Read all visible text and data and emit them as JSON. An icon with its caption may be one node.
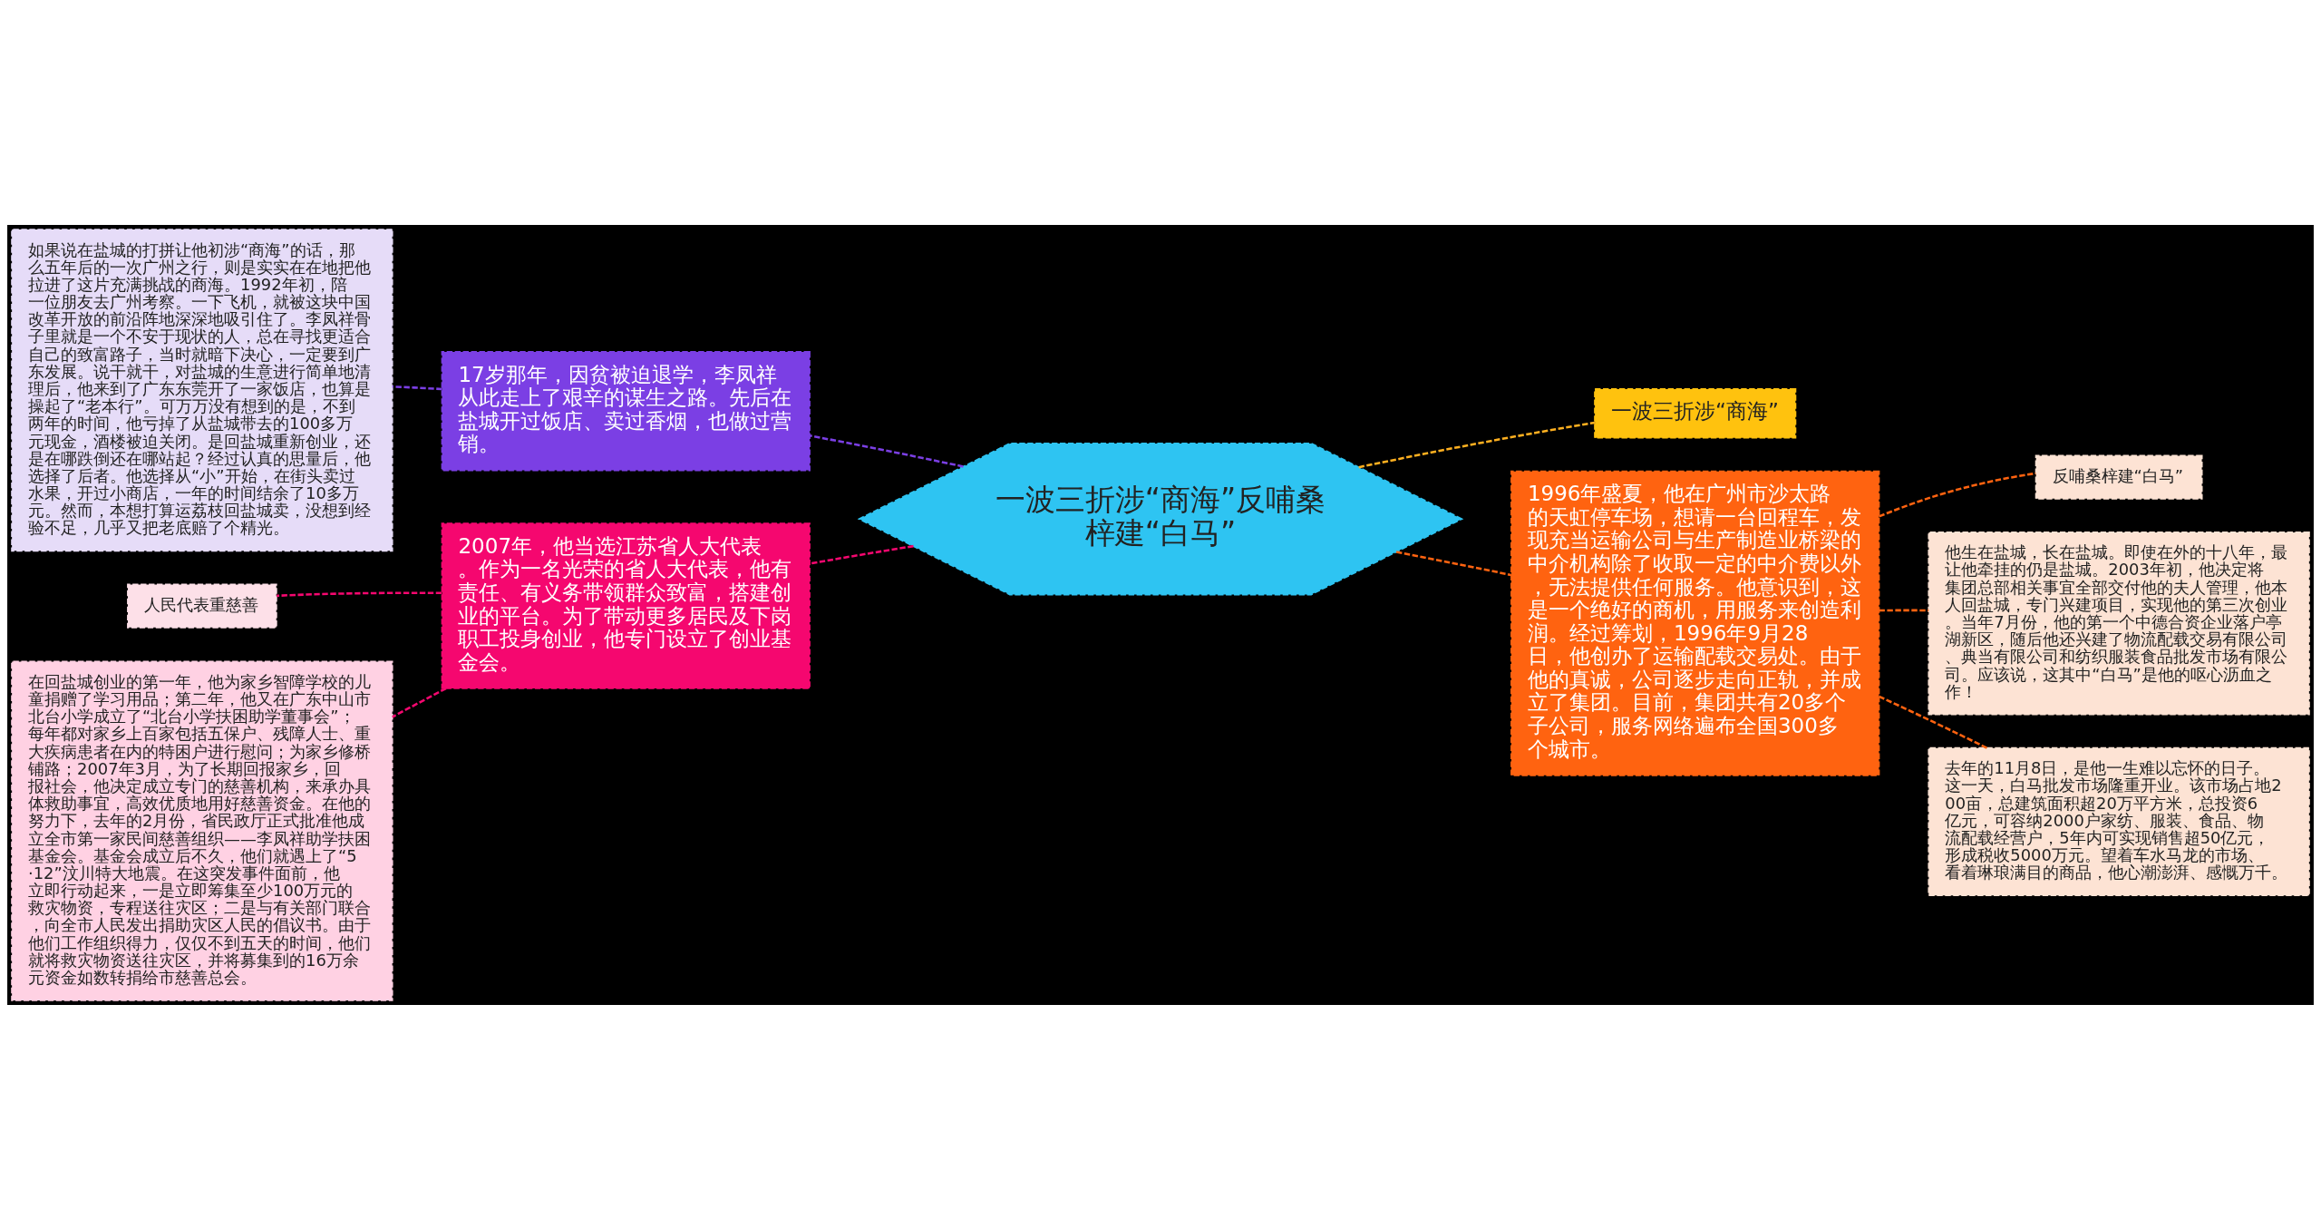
{
  "diagram": {
    "nodes": [
      {
        "text": [
          "一波三折涉“商海”反哺桑梓建“白马”"
        ]
      },
      {
        "text": [
          "17岁那年，因贫被迫退学，李凤祥从此走上了艰辛的谋生之路。先后在盐城开过饭店、卖过香烟，也做过营销。"
        ]
      },
      {
        "text": [
          "如果说在盐城的打拼让他初涉“商海”的话，那么五年后的一次广州之行，则是实实在在地把他拉进了这片充满挑战的商海。1992年初，陪一位朋友去广州考察。一下飞机，就被这块中国改革开放的前沿阵地深深地吸引住了。李凤祥骨子里就是一个不安于现状的人，总在寻找更适合自己的致富路子，当时就暗下决心，一定要到广东发展。说干就干，对盐城的生意进行简单地清理后，他来到了广东东莞开了一家饭店，也算是操起了“老本行”。可万万没有想到的是，不到两年的时间，他亏掉了从盐城带去的100多万元现金，酒楼被迫关闭。是回盐城重新创业，还是在哪跌倒还在哪站起？经过认真的思量后，他选择了后者。他选择从“小”开始，在街头卖过水果，开过小商店，一年的时间结余了10多万元。然而，本想打算运荔枝回盐城卖，没想到经验不足，几乎又把老底赔了个精光。"
        ]
      },
      {
        "text": [
          "2007年，他当选江苏省人大代表。作为一名光荣的省人大代表，他有责任、有义务带领群众致富，搭建创业的平台。为了带动更多居民及下岗职工投身创业，他专门设立了创业基金会。"
        ]
      },
      {
        "text": [
          "人民代表重慈善"
        ]
      },
      {
        "text": [
          "在回盐城创业的第一年，他为家乡智障学校的儿童捐赠了学习用品；第二年，他又在广东中山市北台小学成立了“北台小学扶困助学董事会”；每年都对家乡上百家包括五保户、残障人士、重大疾病患者在内的特困户进行慰问；为家乡修桥铺路；2007年3月，为了长期回报家乡，回报社会，他决定成立专门的慈善机构，来承办具体救助事宜，高效优质地用好慈善资金。在他的努力下，去年的2月份，省民政厅正式批准他成立全市第一家民间慈善组织——李凤祥助学扶困基金会。基金会成立后不久，他们就遇上了“5·12”汶川特大地震。在这突发事件面前，他立即行动起来，一是立即筹集至少100万元的救灾物资，专程送往灾区；二是与有关部门联合，向全市人民发出捐助灾区人民的倡议书。由于他们工作组织得力，仅仅不到五天的时间，他们就将救灾物资送往灾区，并将募集到的16万余元资金如数转捐给市慈善总会。"
        ]
      },
      {
        "text": [
          "一波三折涉“商海”"
        ]
      },
      {
        "text": [
          "1996年盛夏，他在广州市沙太路的天虹停车场，想请一台回程车，发现充当运输公司与生产制造业桥梁的中介机构除了收取一定的中介费以外，无法提供任何服务。他意识到，这是一个绝好的商机，用服务来创造利润。经过筹划，1996年9月28日，他创办了运输配载交易处。由于他的真诚，公司逐步走向正轨，并成立了集团。目前，集团共有20多个子公司，服务网络遍布全国300多个城市。"
        ]
      },
      {
        "text": [
          "反哺桑梓建“白马”"
        ]
      },
      {
        "text": [
          "他生在盐城，长在盐城。即使在外的十八年，最让他牵挂的仍是盐城。2003年初，他决定将集团总部相关事宜全部交付他的夫人管理，他本人回盐城，专门兴建项目，实现他的第三次创业。当年7月份，他的第一个中德合资企业落户亭湖新区，随后他还兴建了物流配载交易有限公司、典当有限公司和纺织服装食品批发市场有限公司。应该说，这其中“白马”是他的呕心沥血之作！"
        ]
      },
      {
        "text": [
          "去年的11月8日，是他一生难以忘怀的日子。这一天，白马批发市场隆重开业。该市场占地200亩，总建筑面积超20万平方米，总投资6亿元，可容纳2000户家纺、服装、食品、物流配载经营户，5年内可实现销售超50亿元，形成税收5000万元。望着车水马龙的市场、看着琳琅满目的商品，他心潮澎湃、感慨万千。"
        ]
      }
    ],
    "edges": [
      {
        "from": 0,
        "to": 1,
        "arrow": "none",
        "style": "dashed",
        "color": "#7b3fe4"
      },
      {
        "from": 1,
        "to": 2,
        "arrow": "none",
        "style": "dashed",
        "color": "#7b3fe4"
      },
      {
        "from": 0,
        "to": 3,
        "arrow": "none",
        "style": "dashed",
        "color": "#f5076f"
      },
      {
        "from": 3,
        "to": 4,
        "arrow": "none",
        "style": "dashed",
        "color": "#f5076f"
      },
      {
        "from": 3,
        "to": 5,
        "arrow": "none",
        "style": "dashed",
        "color": "#f5076f"
      },
      {
        "from": 0,
        "to": 6,
        "arrow": "none",
        "style": "dashed",
        "color": "#ffb020"
      },
      {
        "from": 0,
        "to": 7,
        "arrow": "none",
        "style": "dashed",
        "color": "#ff6310"
      },
      {
        "from": 7,
        "to": 8,
        "arrow": "none",
        "style": "dashed",
        "color": "#ff6310"
      },
      {
        "from": 7,
        "to": 9,
        "arrow": "none",
        "style": "dashed",
        "color": "#ff6310"
      },
      {
        "from": 7,
        "to": 10,
        "arrow": "none",
        "style": "dashed",
        "color": "#ff6310"
      }
    ]
  }
}
